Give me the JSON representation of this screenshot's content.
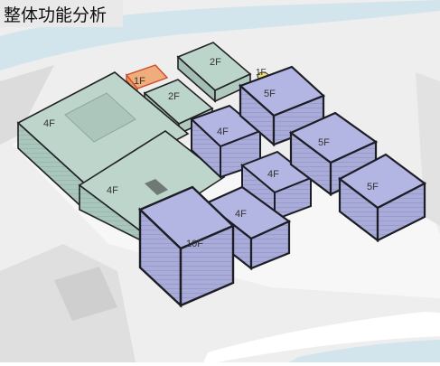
{
  "title": "整体功能分析",
  "colors": {
    "water": "#d6e6ec",
    "ground": "#e6e6e6",
    "road": "#f4f4f4",
    "retail": "#b7d0c7",
    "residential": "#aeb0dd",
    "service": "#ecaa79",
    "marker": "#f0dc78",
    "outline": "#1d1d25"
  },
  "buildings": [
    {
      "id": "b1",
      "label": "4F",
      "use": "retail"
    },
    {
      "id": "b2",
      "label": "4F",
      "use": "retail"
    },
    {
      "id": "b3",
      "label": "2F",
      "use": "retail"
    },
    {
      "id": "b4",
      "label": "2F",
      "use": "retail"
    },
    {
      "id": "b5",
      "label": "1F",
      "use": "service"
    },
    {
      "id": "b6",
      "label": "1F",
      "use": "marker"
    },
    {
      "id": "b7",
      "label": "5F",
      "use": "residential"
    },
    {
      "id": "b8",
      "label": "4F",
      "use": "residential"
    },
    {
      "id": "b9",
      "label": "5F",
      "use": "residential"
    },
    {
      "id": "b10",
      "label": "4F",
      "use": "residential"
    },
    {
      "id": "b11",
      "label": "5F",
      "use": "residential"
    },
    {
      "id": "b12",
      "label": "4F",
      "use": "residential"
    },
    {
      "id": "b13",
      "label": "10F",
      "use": "residential"
    }
  ]
}
